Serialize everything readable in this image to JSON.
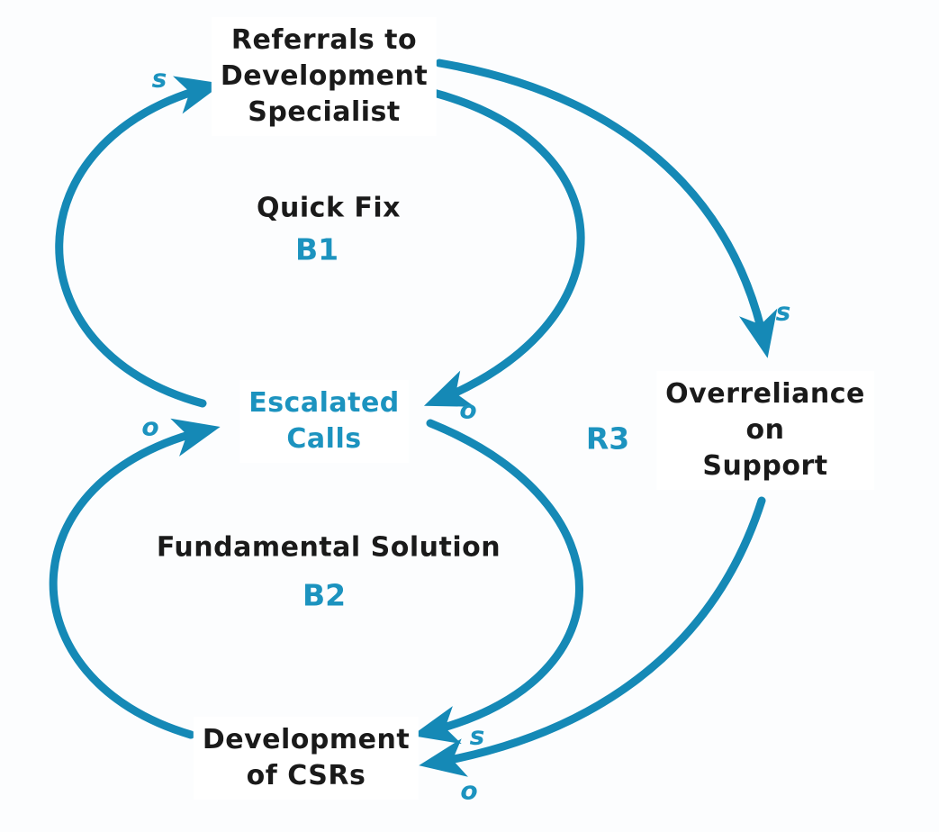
{
  "colors": {
    "accent_arrow": "#1589B6",
    "accent_text": "#1C93BF",
    "text": "#1A1A1A",
    "background": "#FCFDFE"
  },
  "nodes": {
    "referrals": {
      "lines": [
        "Referrals to",
        "Development",
        "Specialist"
      ]
    },
    "escalated": {
      "lines": [
        "Escalated",
        "Calls"
      ]
    },
    "overreliance": {
      "lines": [
        "Overreliance",
        "on",
        "Support"
      ]
    },
    "csrs": {
      "lines": [
        "Development",
        "of CSRs"
      ]
    }
  },
  "loops": {
    "b1": {
      "name": "Quick Fix",
      "id": "B1"
    },
    "b2": {
      "name": "Fundamental Solution",
      "id": "B2"
    },
    "r3": {
      "id": "R3"
    }
  },
  "polarity": {
    "escalated_to_referrals": "s",
    "referrals_to_escalated": "o",
    "csrs_to_escalated": "o",
    "escalated_to_csrs": "s",
    "referrals_to_overreliance": "s",
    "overreliance_to_csrs": "o"
  }
}
